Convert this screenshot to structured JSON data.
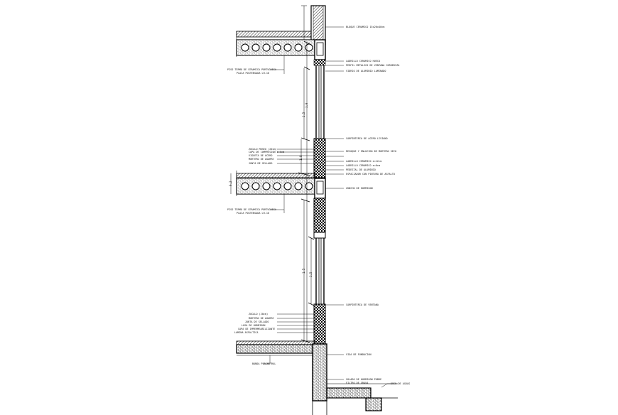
{
  "drawing": {
    "kind": "wall section detail",
    "labels": {
      "top_block": "BLOQUE CERAMICO 15x20x40cm",
      "slab1_note_a": "PISO TERMO DE CERAMICA PORTUGUESA",
      "slab1_note_b": "PLACA POSTENSADA LH-10",
      "lintel_a": "LADRILLO CERAMICO HUECO",
      "lintel_b": "PERFIL METALICO DE VENTANA CORREDIZA",
      "lintel_c": "VIDRIO DE ALUMINIO LAMINADO",
      "mid_a": "CARPINTERIA DE ACERO LIVIANO",
      "mid_b": "REVOQUE Y ENLUCIDO DE MORTERO SECO",
      "mid_c": "LADRILLO CERAMICO e=12cm",
      "mid_d": "LADRILLO CERAMICO e=6cm",
      "mid_e": "PEDESTAL DE ALUMINIO",
      "mid_f": "ESPACIADOR CON PINTURA DE ASFALTO",
      "left_mid_a": "ZOCALO MUSEO (20cm)",
      "left_mid_b": "CAPA DE COMPRESION e=5cm",
      "left_mid_c": "VIGUETA DE ACERO",
      "left_mid_d": "MORTERO DE AGARRE",
      "left_mid_e": "JUNTA DE SELLADO",
      "beam_label": "ZUNCHO DE HORMIGON",
      "slab2_note_a": "PISO TERMO DE CERAMICA PORTUGUESA",
      "slab2_note_b": "PLACA POSTENSADA LH-10",
      "window_low": "CARPINTERIA DE VENTANA",
      "base_a": "ZOCALO (20cm)",
      "base_b": "MORTERO DE AGARRE",
      "base_c": "JUNTA DE SELLADO",
      "base_d": "LOSA DE HORMIGON",
      "base_e": "CAPA DE IMPERMEABILIZANTE",
      "base_f": "LAMINA ASFALTICA",
      "floor_note": "BANDA PERIMETRAL",
      "foundation_note": "VIGA DE FUNDACION",
      "footing_a": "SOLADO DE HORMIGON POBRE",
      "footing_b": "FILTRO DE GRAVA",
      "right_low": "DREN DE AGUAS"
    },
    "dims": {
      "d1": "1.5",
      "d2": "1.0",
      "d3": "1.0",
      "d4": "1.5",
      "d5": "1.5",
      "d6": "0.2"
    }
  }
}
